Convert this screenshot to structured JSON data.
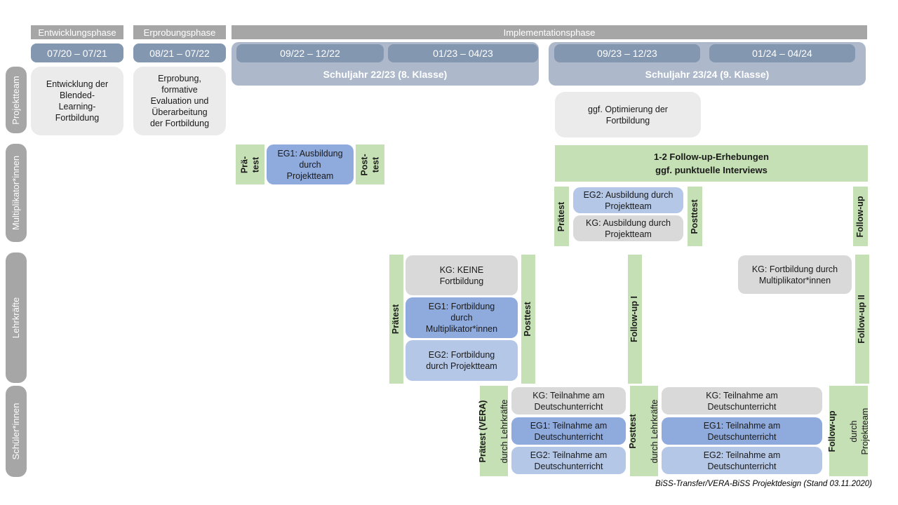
{
  "colors": {
    "phase_header_gray": "#a6a6a6",
    "row_label_gray": "#a6a6a6",
    "date_blue": "#8497b0",
    "schoolyear_blue": "#adb9ca",
    "task_light_gray": "#ebebeb",
    "kg_gray": "#d9d9d9",
    "eg1_blue": "#8faadc",
    "eg2_blue": "#b4c7e7",
    "marker_green": "#c5e0b4"
  },
  "phases": {
    "entwicklung": "Entwicklungsphase",
    "erprobung": "Erprobungsphase",
    "implementation": "Implementationsphase"
  },
  "periods": {
    "p1": "07/20 – 07/21",
    "p2": "08/21 – 07/22",
    "p3": "09/22 – 12/22",
    "p4": "01/23 – 04/23",
    "p5": "09/23 – 12/23",
    "p6": "01/24 – 04/24"
  },
  "school_years": {
    "sy1": "Schuljahr 22/23 (8. Klasse)",
    "sy2": "Schuljahr 23/24 (9. Klasse)"
  },
  "row_labels": {
    "projektteam": "Projektteam",
    "multiplikatoren": "Multiplikator*innen",
    "lehrkraefte": "Lehrkräfte",
    "schueler": "Schüler*innen"
  },
  "projektteam": {
    "development": "Entwicklung der\nBlended-\nLearning-\nFortbildung",
    "erprobung": "Erprobung,\nformative\nEvaluation und\nÜberarbeitung\nder Fortbildung",
    "optimierung": "ggf. Optimierung der\nFortbildung"
  },
  "multiplikatoren": {
    "praetest1": "Prä-\ntest",
    "eg1": "EG1: Ausbildung\ndurch\nProjektteam",
    "posttest1": "Post-\ntest",
    "followup_box": "1-2 Follow-up-Erhebungen\nggf. punktuelle Interviews",
    "praetest2": "Prätest",
    "eg2": "EG2: Ausbildung durch\nProjektteam",
    "kg": "KG: Ausbildung durch\nProjektteam",
    "posttest2": "Posttest",
    "followup": "Follow-up"
  },
  "lehrkraefte": {
    "praetest": "Prätest",
    "kg": "KG: KEINE\nFortbildung",
    "eg1": "EG1: Fortbildung\ndurch\nMultiplikator*innen",
    "eg2": "EG2: Fortbildung\ndurch Projektteam",
    "posttest": "Posttest",
    "followup1": "Follow-up I",
    "kg2": "KG: Fortbildung durch\nMultiplikator*innen",
    "followup2": "Follow-up II"
  },
  "schueler": {
    "praetest_title": "Prätest (VERA)",
    "praetest_sub": "durch Lehrkräfte",
    "kg1": "KG: Teilnahme am\nDeutschunterricht",
    "eg1a": "EG1: Teilnahme am\nDeutschunterricht",
    "eg2a": "EG2: Teilnahme am\nDeutschunterricht",
    "posttest_title": "Posttest",
    "posttest_sub": "durch Lehrkräfte",
    "kg2": "KG: Teilnahme am\nDeutschunterricht",
    "eg1b": "EG1: Teilnahme am\nDeutschunterricht",
    "eg2b": "EG2: Teilnahme am\nDeutschunterricht",
    "followup_title": "Follow-up",
    "followup_sub": "durch\nProjektteam"
  },
  "caption": "BiSS-Transfer/VERA-BiSS Projektdesign (Stand 03.11.2020)"
}
